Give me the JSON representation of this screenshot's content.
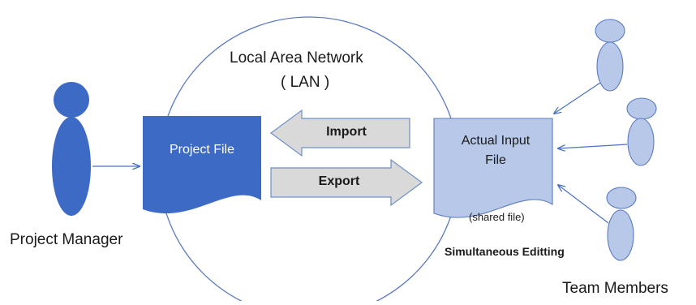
{
  "network": {
    "title_line1": "Local Area Network",
    "title_line2": "( LAN )"
  },
  "project_file": {
    "label": "Project File"
  },
  "arrows": {
    "import_label": "Import",
    "export_label": "Export"
  },
  "actual_input_file": {
    "label_line1": "Actual Input",
    "label_line2": "File",
    "note": "(shared file)",
    "caption": "Simultaneous Editting"
  },
  "actors": {
    "project_manager_label": "Project Manager",
    "team_members_label": "Team Members"
  },
  "colors": {
    "circle_stroke": "#5b7bbf",
    "project_manager_fill": "#3d6ac4",
    "project_file_fill": "#3d6ac4",
    "team_member_fill": "#b7c8e8",
    "input_file_fill": "#b7c8e8",
    "arrow_fill": "#d9d9d9",
    "arrow_stroke": "#6d8fc9",
    "connector_line": "#4a72c0"
  }
}
